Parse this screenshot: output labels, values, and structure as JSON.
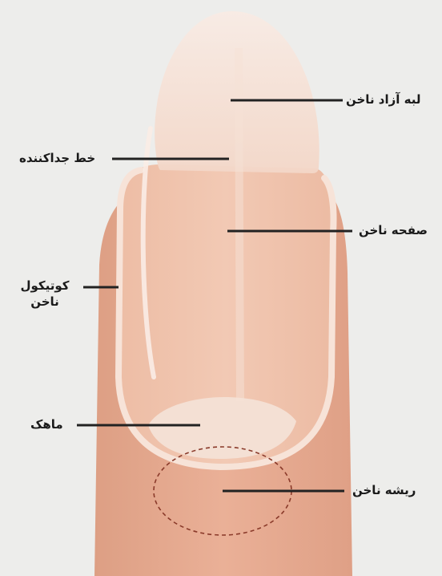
{
  "labels": {
    "free_edge": "لبه آزاد ناخن",
    "separator_line": "خط جداکننده",
    "nail_plate": "صفحه ناخن",
    "cuticle_line1": "کوتیکول",
    "cuticle_line2": "ناخن",
    "lunula": "ماهک",
    "nail_root": "ریشه ناخن"
  },
  "colors": {
    "background": "#ededeb",
    "skin": "#e8ad91",
    "nail_bed": "#efc0a8",
    "free_edge": "#f5e0d4",
    "lunula": "#f3ddd0",
    "leader_line": "#222222",
    "root_outline": "#8a3a2a"
  }
}
